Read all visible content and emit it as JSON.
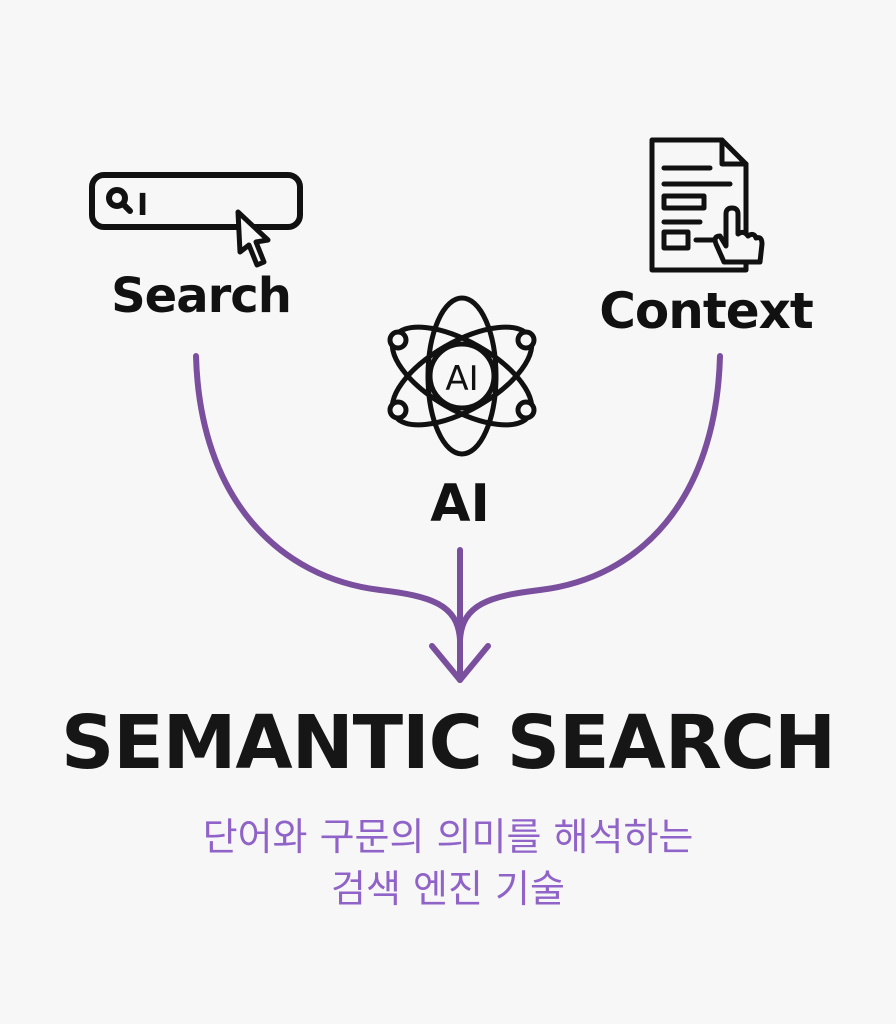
{
  "diagram": {
    "inputs": {
      "search_label": "Search",
      "ai_label": "AI",
      "ai_icon_text": "AI",
      "context_label": "Context",
      "search_box_text": "I"
    },
    "title": "SEMANTIC SEARCH",
    "subtitle_line1": "단어와 구문의 의미를 해석하는",
    "subtitle_line2": "검색 엔진 기술",
    "colors": {
      "arrow": "#7a4f9e",
      "subtitle": "#8f63c8",
      "ink": "#111111",
      "background": "#f8f7f8"
    },
    "icons": [
      "search-bar-icon",
      "cursor-icon",
      "atom-ai-icon",
      "document-hand-icon"
    ]
  }
}
